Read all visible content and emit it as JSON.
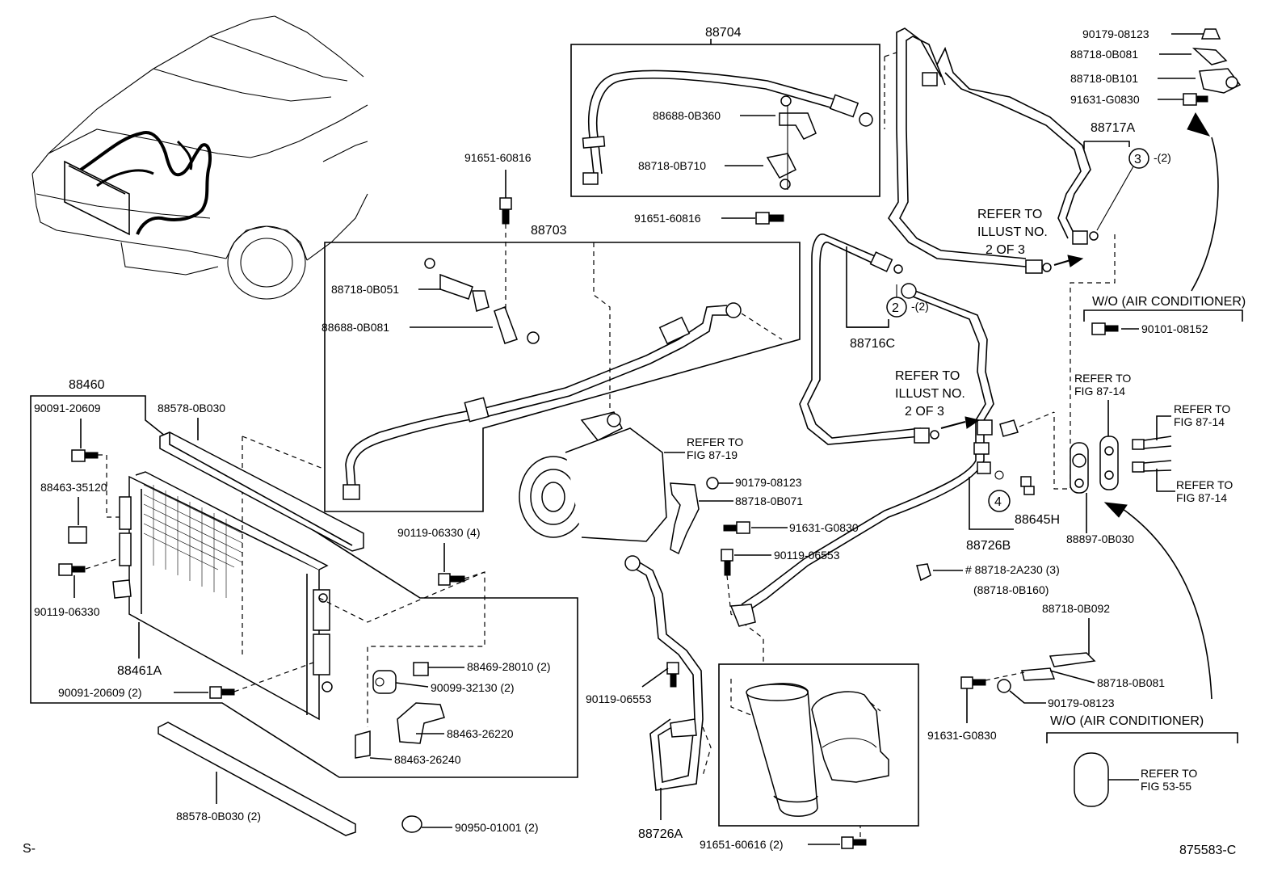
{
  "labels": {
    "l_88704": "88704",
    "l_88703": "88703",
    "l_88460": "88460",
    "l_91651_60816_a": "91651-60816",
    "l_88688_0B360": "88688-0B360",
    "l_88718_0B710": "88718-0B710",
    "l_91651_60816_b": "91651-60816",
    "l_88718_0B051": "88718-0B051",
    "l_88688_0B081": "88688-0B081",
    "l_90179_08123_top": "90179-08123",
    "l_88718_0B081_top": "88718-0B081",
    "l_88718_0B101": "88718-0B101",
    "l_91631_G0830_top": "91631-G0830",
    "l_88717A": "88717A",
    "l_circle3_qty": "-(2)",
    "l_refer_illust_1a": "REFER TO",
    "l_refer_illust_1b": "ILLUST NO.",
    "l_refer_illust_1c": "2  OF  3",
    "l_circle2_qty": "-(2)",
    "l_88716C": "88716C",
    "l_wo_ac_1": "W/O (AIR CONDITIONER)",
    "l_90101_08152": "90101-08152",
    "l_refer_illust_2a": "REFER TO",
    "l_refer_illust_2b": "ILLUST NO.",
    "l_refer_illust_2c": "2  OF  3",
    "l_refer_fig_87_14_a1": "REFER  TO",
    "l_refer_fig_87_14_a2": "FIG 87-14",
    "l_refer_fig_87_14_b1": "REFER  TO",
    "l_refer_fig_87_14_b2": "FIG 87-14",
    "l_refer_fig_87_14_c1": "REFER  TO",
    "l_refer_fig_87_14_c2": "FIG 87-14",
    "l_88645H": "88645H",
    "l_88726B": "88726B",
    "l_88897_0B030": "88897-0B030",
    "l_refer_fig_87_19_a": "REFER  TO",
    "l_refer_fig_87_19_b": "FIG 87-19",
    "l_90179_08123_mid": "90179-08123",
    "l_88718_0B071": "88718-0B071",
    "l_91631_G0830_mid": "91631-G0830",
    "l_90119_06553_a": "90119-06553",
    "l_88718_2A230": "# 88718-2A230 (3)",
    "l_88718_0B160": "(88718-0B160)",
    "l_88718_0B092": "88718-0B092",
    "l_88718_0B081_bot": "88718-0B081",
    "l_90179_08123_bot": "90179-08123",
    "l_91631_G0830_bot": "91631-G0830",
    "l_wo_ac_2": "W/O (AIR CONDITIONER)",
    "l_refer_fig_53_55_a": "REFER  TO",
    "l_refer_fig_53_55_b": "FIG 53-55",
    "l_90091_20609_a": "90091-20609",
    "l_88578_0B030_a": "88578-0B030",
    "l_88463_35120": "88463-35120",
    "l_90119_06330_a": "90119-06330",
    "l_88461A": "88461A",
    "l_90091_20609_b": "90091-20609 (2)",
    "l_90119_06330_b": "90119-06330 (4)",
    "l_88469_28010": "88469-28010 (2)",
    "l_90099_32130": "90099-32130 (2)",
    "l_88463_26220": "88463-26220",
    "l_88463_26240": "88463-26240",
    "l_90119_06553_b": "90119-06553",
    "l_88578_0B030_b": "88578-0B030 (2)",
    "l_90950_01001": "90950-01001 (2)",
    "l_88726A": "88726A",
    "l_91651_60616": "91651-60616 (2)",
    "l_s_mark": "S-",
    "l_fig_number": "875583-C"
  },
  "callouts": {
    "c2": "2",
    "c3": "3",
    "c4": "4"
  }
}
